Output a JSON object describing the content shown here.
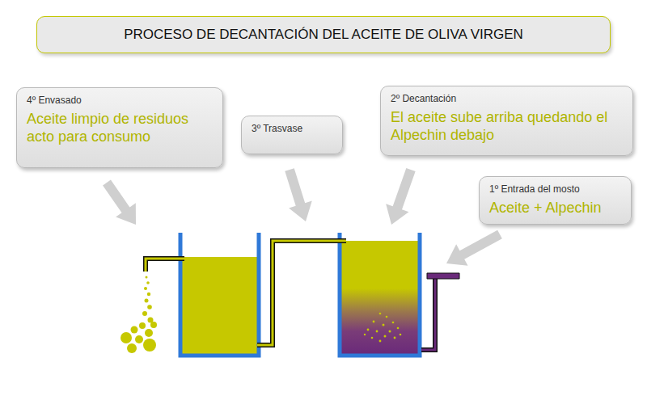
{
  "diagram": {
    "title": "PROCESO DE DECANTACIÓN DEL ACEITE DE OLIVA VIRGEN",
    "nodes": [
      {
        "text": [
          "4º Envasado",
          "Aceite limpio de residuos acto para consumo"
        ]
      },
      {
        "text": [
          "3º Trasvase"
        ]
      },
      {
        "text": [
          "2º Decantación",
          "El aceite sube arriba quedando el Alpechin debajo"
        ]
      },
      {
        "text": [
          "1º Entrada del mosto",
          "Aceite + Alpechin"
        ]
      }
    ]
  }
}
